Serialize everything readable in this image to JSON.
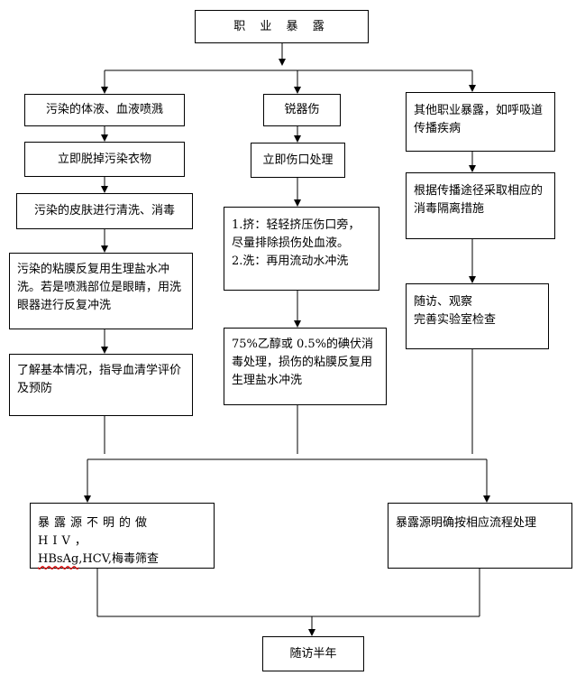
{
  "root": "职 业 暴 露",
  "left": {
    "b1": "污染的体液、血液喷溅",
    "b2": "立即脱掉污染衣物",
    "b3": "污染的皮肤进行清洗、消毒",
    "b4": "污染的粘膜反复用生理盐水冲洗。若是喷溅部位是眼睛，用洗眼器进行反复冲洗",
    "b5": "了解基本情况，指导血清学评价及预防"
  },
  "middle": {
    "b1": "锐器伤",
    "b2": "立即伤口处理",
    "b3": "1.挤：轻轻挤压伤口旁，\n  尽量排除损伤处血液。\n2.洗：再用流动水冲洗",
    "b4": "75%乙醇或 0.5%的碘伏消毒处理，损伤的粘膜反复用生理盐水冲洗"
  },
  "right": {
    "b1": "其他职业暴露，如呼吸道传播疾病",
    "b2": "根据传播途径采取相应的消毒隔离措施",
    "b3": "随访、观察\n完善实验室检查"
  },
  "bottom": {
    "unknown_source_line1": "暴露源不明的做 HIV，",
    "unknown_source_line2_marked": "HBsAg",
    "unknown_source_line2_rest": ",HCV,梅毒筛查",
    "known_source": "暴露源明确按相应流程处理",
    "followup": "随访半年"
  }
}
